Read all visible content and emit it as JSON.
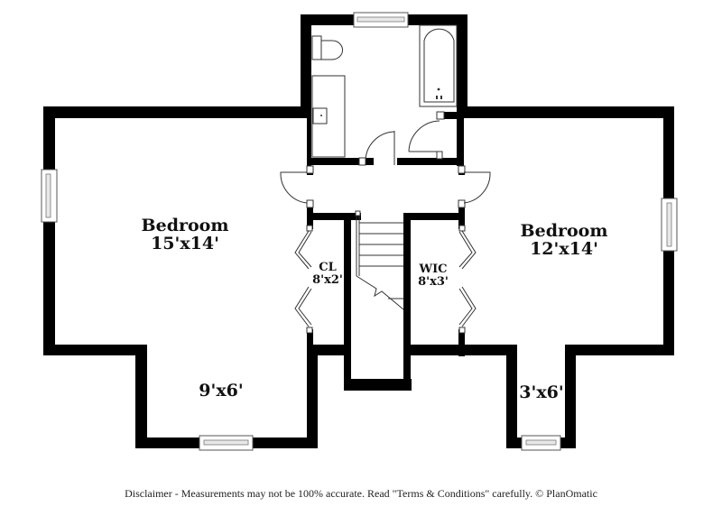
{
  "plan": {
    "rooms": [
      {
        "id": "bedroom-left",
        "name": "Bedroom",
        "dims": "15'x14'"
      },
      {
        "id": "bedroom-left-alcove",
        "name": "",
        "dims": "9'x6'"
      },
      {
        "id": "closet",
        "name": "CL",
        "dims": "8'x2'"
      },
      {
        "id": "walk-in-closet",
        "name": "WIC",
        "dims": "8'x3'"
      },
      {
        "id": "bedroom-right",
        "name": "Bedroom",
        "dims": "12'x14'"
      },
      {
        "id": "bedroom-right-alcove",
        "name": "",
        "dims": "3'x6'"
      }
    ],
    "colors": {
      "wall": "#000000",
      "background": "#ffffff",
      "fixture_line": "#333333"
    }
  },
  "footer": {
    "disclaimer": "Disclaimer - Measurements may not be 100% accurate. Read \"Terms & Conditions\" carefully. © PlanOmatic"
  }
}
